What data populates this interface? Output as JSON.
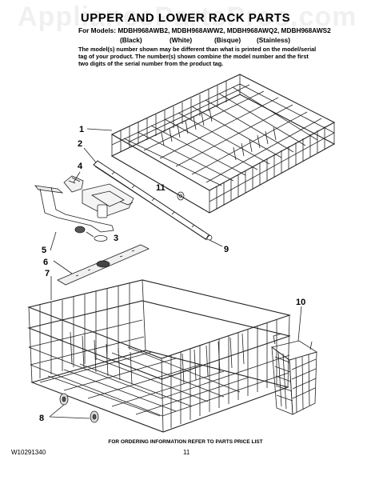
{
  "watermark": "AppliancePartsPros.com",
  "title": "UPPER AND LOWER RACK PARTS",
  "models_line": "For Models: MDBH968AWB2, MDBH968AWW2, MDBH968AWQ2, MDBH968AWS2",
  "variants": [
    "(Black)",
    "(White)",
    "(Bisque)",
    "(Stainless)"
  ],
  "note": "The model(s) number shown may be different than what is printed on the model/serial tag of your product. The number(s) shown combine the model number and the first two digits of the serial number from the product tag.",
  "callouts": {
    "c1": "1",
    "c2": "2",
    "c3": "3",
    "c4": "4",
    "c5": "5",
    "c6": "6",
    "c7": "7",
    "c8": "8",
    "c9": "9",
    "c10": "10",
    "c11": "11"
  },
  "footer": "FOR ORDERING INFORMATION REFER TO PARTS PRICE LIST",
  "doc_number": "W10291340",
  "page_number": "11"
}
